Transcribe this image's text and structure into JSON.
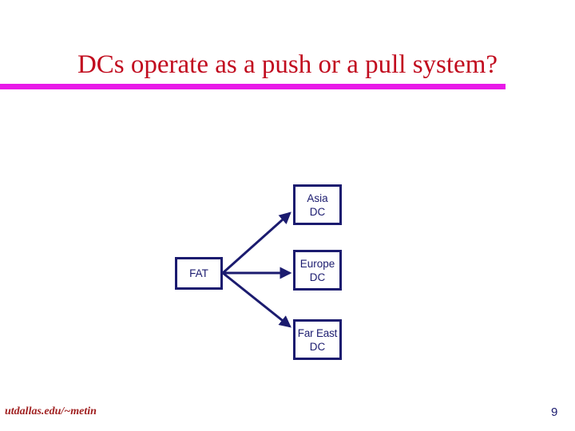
{
  "slide": {
    "title": "DCs operate as a push or a pull system?",
    "page_number": "9",
    "footer_link": "utdallas.edu/~metin",
    "colors": {
      "title_text": "#C10B1E",
      "title_rule": "#E819E8",
      "diagram_stroke": "#1B1B6F",
      "footer_text": "#A02020",
      "background": "#FFFFFF"
    }
  },
  "diagram": {
    "type": "flow",
    "nodes": [
      {
        "id": "fat",
        "line1": "FAT",
        "line2": ""
      },
      {
        "id": "asia",
        "line1": "Asia",
        "line2": "DC"
      },
      {
        "id": "europe",
        "line1": "Europe",
        "line2": "DC"
      },
      {
        "id": "fareast",
        "line1": "Far East",
        "line2": "DC"
      }
    ],
    "edges": [
      {
        "from": "fat",
        "to": "asia",
        "style": "arrow"
      },
      {
        "from": "fat",
        "to": "europe",
        "style": "arrow"
      },
      {
        "from": "fat",
        "to": "fareast",
        "style": "arrow"
      }
    ]
  }
}
